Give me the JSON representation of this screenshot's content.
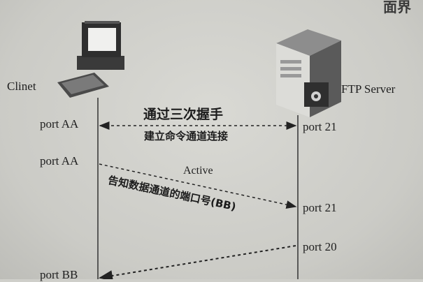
{
  "client": {
    "name": "Clinet",
    "ports": [
      "port AA",
      "port AA",
      "port BB"
    ]
  },
  "server": {
    "name": "FTP Server",
    "ports": [
      "port 21",
      "port 21",
      "port 20"
    ]
  },
  "messages": {
    "handshake_title": "通过三次握手",
    "handshake_sub": "建立命令通道连接",
    "active_label": "Active",
    "data_port_text": "告知数据通道的端口号(BB)"
  },
  "header_fragment": "面界"
}
